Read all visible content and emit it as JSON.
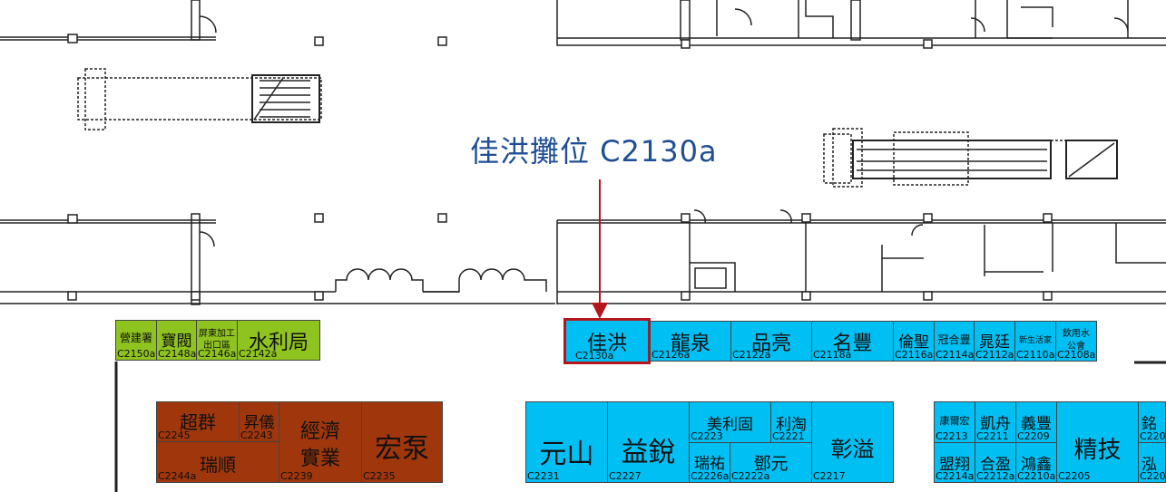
{
  "callout": {
    "text": "佳洪攤位 C2130a"
  },
  "colors": {
    "green": "#8fc31f",
    "cyan": "#00bff3",
    "brown": "#a0360c",
    "callout_text": "#1f4e94",
    "arrow": "#b3171d"
  },
  "booths": {
    "g1": {
      "name": "營建署",
      "code": "C2150a"
    },
    "g2": {
      "name": "寶閥",
      "code": "C2148a"
    },
    "g3a": {
      "name": "屏東加工",
      "name2": "出口區",
      "code": "C2146a"
    },
    "g4": {
      "name": "水利局",
      "code": "C2142a"
    },
    "c1": {
      "name": "佳洪",
      "code": "C2130a"
    },
    "c2": {
      "name": "龍泉",
      "code": "C2126a"
    },
    "c3": {
      "name": "品亮",
      "code": "C2122a"
    },
    "c4": {
      "name": "名豐",
      "code": "C2118a"
    },
    "c5": {
      "name": "倫聖",
      "code": "C2116a"
    },
    "c6": {
      "name": "冠合豐",
      "code": "C2114a"
    },
    "c7": {
      "name": "晁廷",
      "code": "C2112a"
    },
    "c8": {
      "name": "新生活家",
      "code": "C2110a"
    },
    "c9": {
      "name": "飲用水",
      "name2": "公會",
      "code": "C2108a"
    },
    "b1": {
      "name": "超群",
      "code": "C2245"
    },
    "b2": {
      "name": "昇儀",
      "code": "C2243"
    },
    "b3": {
      "name": "瑞順",
      "code": "C2244a"
    },
    "b4": {
      "name": "經濟",
      "name2": "實業",
      "code": "C2239"
    },
    "b5": {
      "name": "宏泵",
      "code": "C2235"
    },
    "m1": {
      "name": "元山",
      "code": "C2231"
    },
    "m2": {
      "name": "益銳",
      "code": "C2227"
    },
    "m3": {
      "name": "美利固",
      "code": "C2223"
    },
    "m4": {
      "name": "利淘",
      "code": "C2221"
    },
    "m5": {
      "name": "瑞祐",
      "code": "C2226a"
    },
    "m6": {
      "name": "鄧元",
      "code": "C2222a"
    },
    "m7": {
      "name": "彰溢",
      "code": "C2217"
    },
    "r1": {
      "name": "康爾宏",
      "code": "C2213"
    },
    "r2": {
      "name": "凱舟",
      "code": "C2211"
    },
    "r3": {
      "name": "義豐",
      "code": "C2209"
    },
    "r4": {
      "name": "盟翔",
      "code": "C2214a"
    },
    "r5": {
      "name": "合盈",
      "code": "C2212a"
    },
    "r6": {
      "name": "鴻鑫",
      "code": "C2210a"
    },
    "r7": {
      "name": "精技",
      "code": "C2205"
    },
    "r8": {
      "name": "銘",
      "code": "C220"
    },
    "r9": {
      "name": "泓",
      "code": "C220"
    }
  }
}
